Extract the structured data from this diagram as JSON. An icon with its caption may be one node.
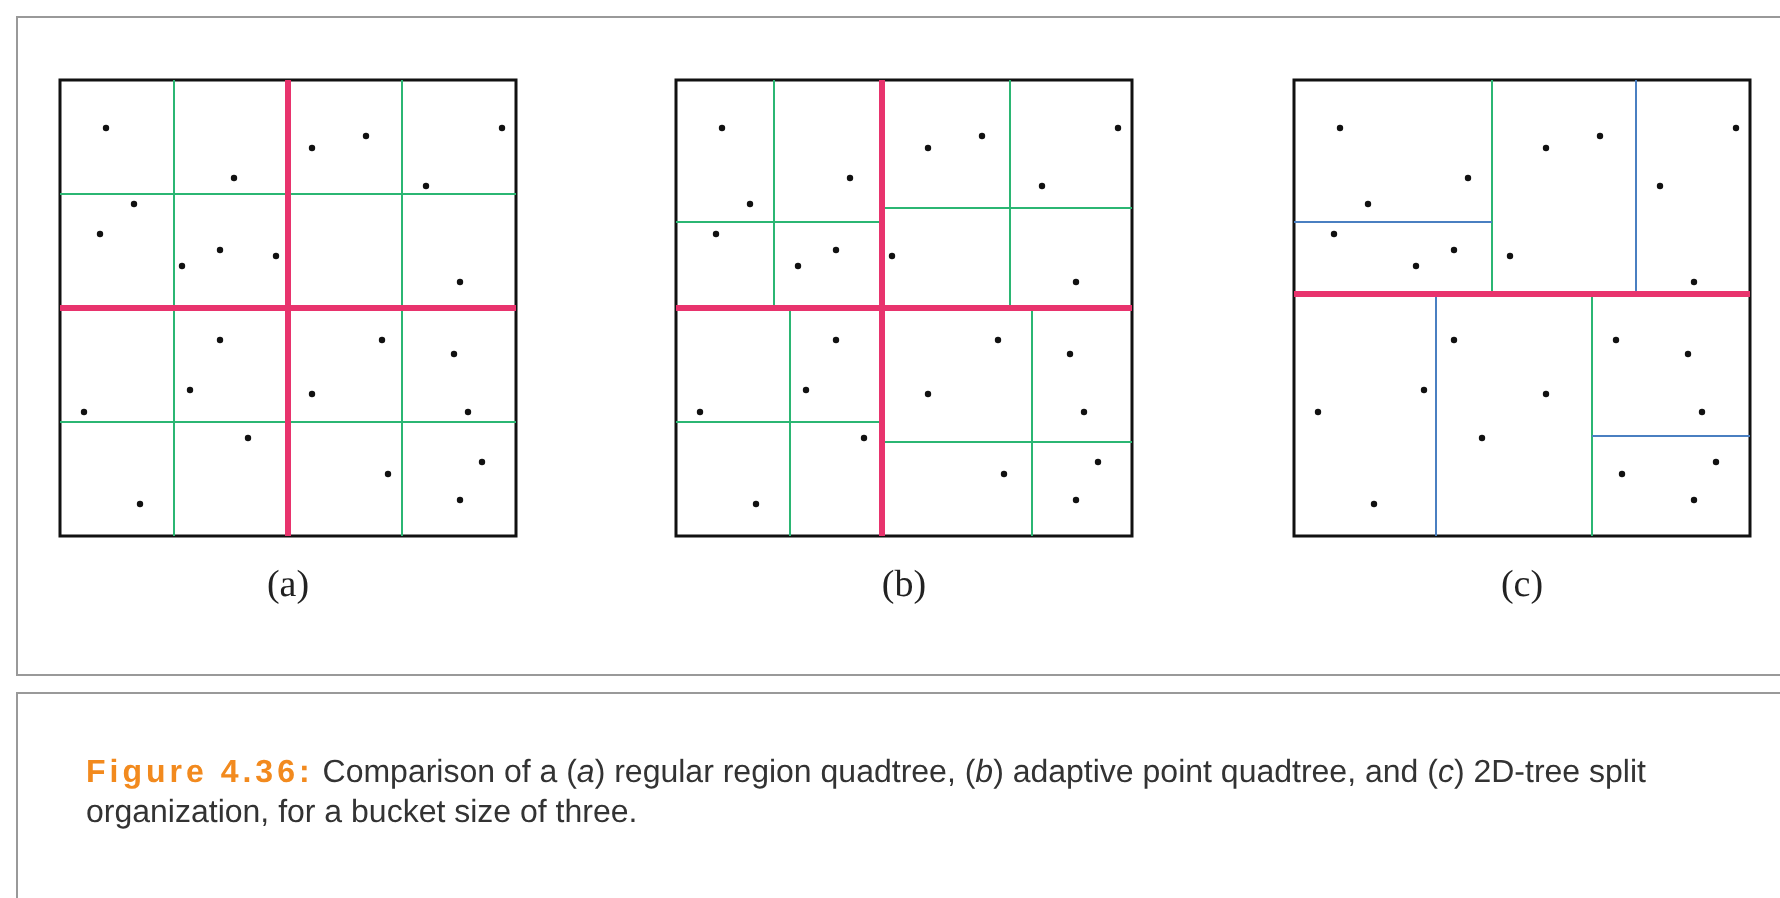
{
  "diagram": {
    "caption": "**Figure 4.36:** Comparison of a (*a*) regular region quadtree, (*b*) adaptive point quadtree, and (*c*) 2D-tree split organization, for a bucket size of three.",
    "labels": [
      "(a)",
      "(b)",
      "(c)"
    ]
  }
}
